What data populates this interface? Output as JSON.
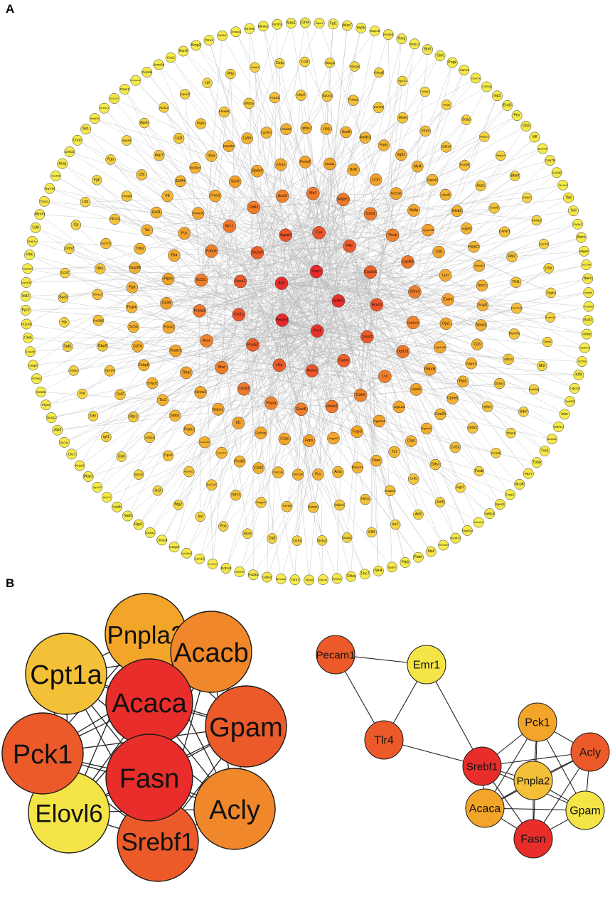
{
  "colors": {
    "low": "#f5e94a",
    "mid": "#f3a52a",
    "high": "#e8282a",
    "edge_a": "#b9b9b9",
    "edge_b": "#222222",
    "node_stroke": "#3a3a3a"
  },
  "panel_a": {
    "letter": "A",
    "rings": [
      [
        "Fasn",
        "Srebf1",
        "Pck1",
        "Pecam1",
        "Acly"
      ],
      [
        "Tlr4",
        "Pklr",
        "Cyp2e1",
        "Acacb",
        "Socs3",
        "Gpam",
        "Acaca",
        "Ubc",
        "Pnpla2",
        "Cpt1a",
        "Acss2",
        "Slc2a4",
        "Agpat2"
      ],
      [
        "Adgre1",
        "Cd19",
        "Thrsp",
        "Cyp4b1",
        "Olrm3",
        "Cyp4a10",
        "Ugt1a1",
        "Lss",
        "Cdh5",
        "Hmox1",
        "Elovl6",
        "Ppara",
        "Cd163",
        "Mvd",
        "Acss",
        "Pnpla3",
        "Bcl2l1",
        "Fabp4",
        "Mrc1",
        "Cd93",
        "Acsl3",
        "Me1"
      ],
      [
        "Ccln",
        "Rnf196",
        "Mylip",
        "Cyp2c38",
        "Cd8",
        "Lpo",
        "Esam",
        "Gja1",
        "Cyp2c55",
        "G6pdx",
        "Lyve1",
        "Ugt1a6",
        "Cyp2a4",
        "Fcgr3",
        "Angptl4",
        "Fdps",
        "C1qc",
        "Gclhop",
        "Id1",
        "Zbtb16",
        "Hecw2",
        "Thbd",
        "Vcam1",
        "Foxo2",
        "Cd36",
        "Ptprb",
        "Flt4",
        "Pcx",
        "Ppargc1b",
        "Fmo3",
        "Sox9",
        "Spsb4",
        "Klhl21",
        "Foxo3",
        "Slc2a1",
        "Bcl6"
      ],
      [
        "Myl4",
        "Sapcd2",
        "Ankrd9",
        "Elnb2",
        "Adgrf5",
        "Hspb1",
        "Serpine2",
        "Tenc1",
        "Gngt1",
        "Npas2",
        "Cda",
        "Adgre4",
        "Rpia",
        "Cpne6",
        "Ces2h",
        "Sigmar1",
        "Clarl",
        "Tcf",
        "Ppan",
        "Mybbp1a",
        "Acta",
        "Fus",
        "Slc15a4",
        "Clec14a",
        "Cisd2",
        "Pcsk5",
        "Serpina3g",
        "Serpina3f",
        "Pdzk1",
        "Stab1",
        "Tsc3",
        "Enfpd1",
        "Fkbp5",
        "Cd74",
        "Sc5d",
        "Fcgr4",
        "Pgd",
        "Nup98",
        "Tdo2",
        "Tat",
        "Gclf1",
        "F8",
        "Dd44",
        "Wd1lp4",
        "Il6ra",
        "Map3k6",
        "Ly6a",
        "Cyp26b1",
        "Slc1a2",
        "Igfbp2",
        "Lipg",
        "Sox8",
        "Amdc2",
        "Fads",
        "Itgb2"
      ],
      [
        "Hcrp6",
        "Acp1",
        "Cxcl9",
        "Camp1",
        "Rbl2",
        "Pkl1",
        "Fam174b",
        "Myh7b",
        "Klhl24",
        "Slc5a2",
        "Igfbp3",
        "Gnb2",
        "Cd2a",
        "Gdsc",
        "Crlf2",
        "Snap25",
        "Fbln2",
        "Pdlim2",
        "Ramp1",
        "Kcnj8",
        "Rapgef4",
        "Fgf21",
        "Hsd11b1",
        "Apobec2",
        "Trpv4",
        "Adra2a",
        "Rtn1",
        "Ccl2",
        "Gpr20",
        "Gbp2",
        "Hsd3b5",
        "Rarres2",
        "Dlk1",
        "Cyp2b10",
        "Abca1",
        "Tm4sf4",
        "Cfd",
        "Aqp7",
        "Lrg1",
        "Ptgis",
        "Hoxa5",
        "Mfsd2a",
        "Pcp4l1",
        "Ltbp2",
        "Spon2",
        "Foxq1",
        "Kcnk3",
        "Mme",
        "Sfrp5",
        "Gdf10"
      ],
      [
        "Bhmt",
        "Hhipl2",
        "Nr4a2",
        "Cyp7b1",
        "Lepr",
        "Ptgds",
        "Serpinb1a",
        "Cited4",
        "Mt2",
        "Gadd45g",
        "Bdnf",
        "Thbs1",
        "Ccnd1",
        "Fosb",
        "Egr1",
        "Junb",
        "Atf3",
        "Ier2",
        "Klf4",
        "Dusp1",
        "Nr4a1",
        "Cyr61",
        "Ctgf",
        "Zfp36",
        "Fos",
        "Jun",
        "Btg2",
        "Ier3",
        "Socs2",
        "Cish",
        "Igf1",
        "Ghr",
        "Prlr",
        "Stat5a",
        "Sgk1",
        "Hp",
        "Saa3",
        "Lcn2",
        "Orm2",
        "Cp",
        "Lbp",
        "Fgb",
        "Fga",
        "Apoa4",
        "Apob",
        "Apoc2",
        "Apoc3",
        "Lpl",
        "Pltp",
        "Scarb1",
        "Cetp",
        "Lcat",
        "Abcg1",
        "Abcg5",
        "Abcg8",
        "Npc1l1",
        "Insig1",
        "Insig2",
        "Scap",
        "Mbtps1",
        "Mbtps2"
      ],
      [
        "Tldc",
        "Svil",
        "Pla2g7",
        "Smrs",
        "Mlga2",
        "Slc17a8",
        "Nacc",
        "Nectin",
        "Pnpla4",
        "Scd1",
        "Inhbb",
        "Sodf27a",
        "Slc15a1",
        "Klf9",
        "Cdk19",
        "Gm9833",
        "Insc",
        "Dhrs1",
        "Shank2",
        "Tns1",
        "Tppp",
        "Ptpr7",
        "Acp6",
        "Foxr2",
        "Spon1",
        "Apbp2",
        "Stmnon1",
        "Ram50b",
        "Kcnh7",
        "Tmem189",
        "Mall",
        "Palm",
        "Ptk6",
        "Tspan7",
        "Nln4",
        "Tmc7",
        "Chka",
        "Ppcpe1",
        "Clec16",
        "Trim2",
        "Trim7",
        "Nmnat2",
        "Cdkn2",
        "Pdd9a",
        "Slc22a5",
        "Rdh10",
        "Slc30a10",
        "Lon12",
        "Gadd45gp1",
        "Casp6",
        "Chmp4",
        "Scrba3",
        "Rgs1",
        "Nat8",
        "Nat8b",
        "Ikx2-5",
        "Zfp202",
        "Mup1",
        "Kntz3",
        "Clic3",
        "Slc7a4",
        "Jdp2",
        "Norg1",
        "Ptpra",
        "Sosd1",
        "Sbbang1",
        "Leap2",
        "Coq10b",
        "Cle6",
        "m1145",
        "Fyc2",
        "Nkl2",
        "Hcm133",
        "Kcld15",
        "Khk",
        "Zbtb7a",
        "Cd9",
        "Myom",
        "Tmrc1",
        "Map3k8",
        "Slc16a6",
        "Arsg",
        "Dmld2",
        "Lhop",
        "Mr1",
        "Mfsd2b",
        "Slc25a33",
        "Slc22a27",
        "Pspc1",
        "Arhgac31",
        "Dock6",
        "Smm3b",
        "Crtc2",
        "Hcn3",
        "Bmp2",
        "Gfra1",
        "Slc38a2",
        "Dmcsad1",
        "Mroh6",
        "Mknk2",
        "Ap3m1",
        "Mas1",
        "Clmn",
        "Sltpe1",
        "Fgl1",
        "Mup7",
        "Hykk",
        "Mup15",
        "Acmsd",
        "Rxrg",
        "Mup12",
        "Bmf",
        "Gint",
        "Pogk",
        "Car14",
        "Ypx37a",
        "Cd300lg",
        "Ing1",
        "Ehd3",
        "Pter",
        "Olt3",
        "Vill",
        "Scand1",
        "Cep76",
        "Cc2d2",
        "Slc7a3"
      ]
    ]
  },
  "panel_b": {
    "letter": "B",
    "clusters": [
      {
        "nodes": [
          {
            "id": "Pnpla2",
            "level": "mid"
          },
          {
            "id": "Acacb",
            "level": "mid-high"
          },
          {
            "id": "Gpam",
            "level": "high-mid"
          },
          {
            "id": "Acly",
            "level": "mid-high"
          },
          {
            "id": "Srebf1",
            "level": "high-mid"
          },
          {
            "id": "Elovl6",
            "level": "low"
          },
          {
            "id": "Pck1",
            "level": "high-mid"
          },
          {
            "id": "Cpt1a",
            "level": "low-mid"
          },
          {
            "id": "Acaca",
            "level": "high"
          },
          {
            "id": "Fasn",
            "level": "high"
          }
        ]
      },
      {
        "nodes": [
          {
            "id": "Pecam1",
            "level": "high-mid"
          },
          {
            "id": "Emr1",
            "level": "low"
          },
          {
            "id": "Tlr4",
            "level": "high-mid"
          },
          {
            "id": "Srebf1",
            "level": "high"
          },
          {
            "id": "Pck1",
            "level": "mid"
          },
          {
            "id": "Acly",
            "level": "high-mid"
          },
          {
            "id": "Pnpla2",
            "level": "low-mid"
          },
          {
            "id": "Acaca",
            "level": "mid"
          },
          {
            "id": "Gpam",
            "level": "low"
          },
          {
            "id": "Fasn",
            "level": "high"
          }
        ],
        "edges": [
          [
            "Pecam1",
            "Emr1"
          ],
          [
            "Pecam1",
            "Tlr4"
          ],
          [
            "Emr1",
            "Tlr4"
          ],
          [
            "Emr1",
            "Srebf1"
          ],
          [
            "Tlr4",
            "Srebf1"
          ],
          [
            "Srebf1",
            "Pck1"
          ],
          [
            "Srebf1",
            "Acly"
          ],
          [
            "Srebf1",
            "Pnpla2"
          ],
          [
            "Srebf1",
            "Acaca"
          ],
          [
            "Srebf1",
            "Gpam"
          ],
          [
            "Srebf1",
            "Fasn"
          ],
          [
            "Pck1",
            "Acly"
          ],
          [
            "Pck1",
            "Pnpla2"
          ],
          [
            "Pck1",
            "Acaca"
          ],
          [
            "Pck1",
            "Gpam"
          ],
          [
            "Pck1",
            "Fasn"
          ],
          [
            "Acly",
            "Pnpla2"
          ],
          [
            "Acly",
            "Gpam"
          ],
          [
            "Acly",
            "Fasn"
          ],
          [
            "Acly",
            "Acaca"
          ],
          [
            "Pnpla2",
            "Acaca"
          ],
          [
            "Pnpla2",
            "Gpam"
          ],
          [
            "Pnpla2",
            "Fasn"
          ],
          [
            "Acaca",
            "Fasn"
          ],
          [
            "Acaca",
            "Gpam"
          ],
          [
            "Gpam",
            "Fasn"
          ]
        ]
      }
    ]
  }
}
